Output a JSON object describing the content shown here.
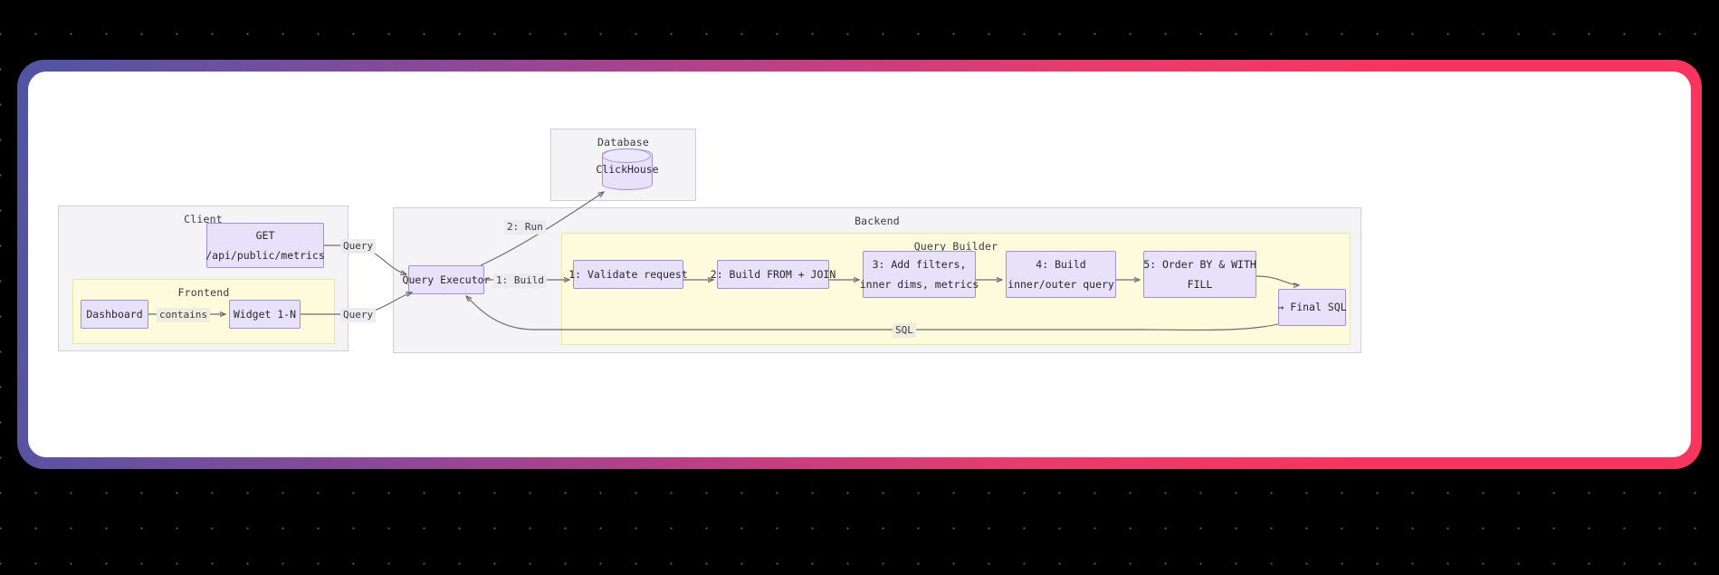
{
  "canvas": {
    "background_color": "#000000",
    "dot_color": "#5a5a5a",
    "frame_gradient_from": "#4e55a3",
    "frame_gradient_to": "#f8355e",
    "frame_background": "#ffffff"
  },
  "theme": {
    "node_fill": "#e7e2fa",
    "node_border": "#9f91d8",
    "group_grey_fill": "#f4f4f6",
    "group_grey_border": "#cfcfd6",
    "group_yellow_fill": "#fdfbdb",
    "group_yellow_border": "#e9e7a8",
    "edge_color": "#6b6b72",
    "text_color": "#27272e"
  },
  "groups": {
    "client": {
      "title": "Client"
    },
    "frontend": {
      "title": "Frontend"
    },
    "database": {
      "title": "Database"
    },
    "backend": {
      "title": "Backend"
    },
    "query_builder": {
      "title": "Query Builder"
    }
  },
  "nodes": {
    "api_endpoint": {
      "line1": "GET",
      "line2": "/api/public/metrics"
    },
    "dashboard": {
      "label": "Dashboard"
    },
    "widget": {
      "label": "Widget 1-N"
    },
    "clickhouse": {
      "label": "ClickHouse"
    },
    "query_executor": {
      "label": "Query Executor"
    },
    "step1": {
      "line1": "1: Validate request"
    },
    "step2": {
      "line1": "2: Build FROM + JOIN"
    },
    "step3": {
      "line1": "3: Add filters,",
      "line2": "inner dims, metrics"
    },
    "step4": {
      "line1": "4: Build",
      "line2": "inner/outer query"
    },
    "step5": {
      "line1": "5: Order BY & WITH",
      "line2": "FILL"
    },
    "final_sql": {
      "label": "→ Final SQL"
    }
  },
  "edge_labels": {
    "contains": "contains",
    "query_top": "Query",
    "query_bottom": "Query",
    "run": "2: Run",
    "build": "1: Build",
    "sql": "SQL"
  }
}
